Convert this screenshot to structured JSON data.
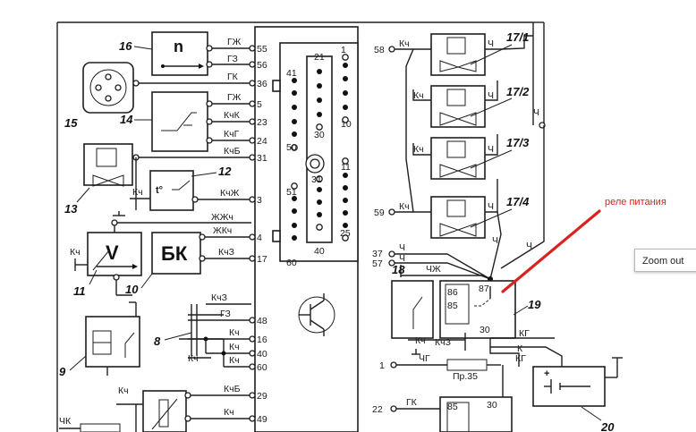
{
  "annotation": {
    "text": "реле питания",
    "color": "#d8231f"
  },
  "zoom_button": {
    "label": "Zoom out"
  },
  "components": {
    "c16": {
      "id": "16",
      "symbol": "n"
    },
    "c15": {
      "id": "15"
    },
    "c14": {
      "id": "14"
    },
    "c13": {
      "id": "13"
    },
    "c12": {
      "id": "12",
      "symbol": "t°"
    },
    "c11": {
      "id": "11",
      "symbol": "V"
    },
    "c10": {
      "id": "10",
      "symbol": "БК"
    },
    "c9": {
      "id": "9"
    },
    "c8": {
      "id": "8"
    },
    "c17_1": {
      "id": "17/1"
    },
    "c17_2": {
      "id": "17/2"
    },
    "c17_3": {
      "id": "17/3"
    },
    "c17_4": {
      "id": "17/4"
    },
    "c18": {
      "id": "18"
    },
    "c19": {
      "id": "19"
    },
    "c20": {
      "id": "20"
    }
  },
  "left_pins": [
    {
      "wire": "ГЖ",
      "pin": "55"
    },
    {
      "wire": "ГЗ",
      "pin": "56"
    },
    {
      "wire": "ГК",
      "pin": "36"
    },
    {
      "wire": "ГЖ",
      "pin": "5"
    },
    {
      "wire": "КчК",
      "pin": "23"
    },
    {
      "wire": "КчГ",
      "pin": "24"
    },
    {
      "wire": "КчБ",
      "pin": "31"
    },
    {
      "wire": "КчЖ",
      "pin": "3"
    },
    {
      "wire": "ЖЖч",
      "pin": "4"
    },
    {
      "wire": "КчЗ",
      "pin": "17"
    },
    {
      "wire": "ГЗ",
      "pin": "48"
    },
    {
      "wire": "Кч",
      "pin": "16"
    },
    {
      "wire": "Кч",
      "pin": "40"
    },
    {
      "wire": "Кч",
      "pin": "60"
    },
    {
      "wire": "КчБ",
      "pin": "29"
    },
    {
      "wire": "Кч",
      "pin": "49"
    }
  ],
  "misc_labels": {
    "kch12": "Кч",
    "zhkch_b": "ЖКч",
    "kch11": "Кч",
    "kchz8": "КчЗ",
    "kch8": "Кч",
    "kch_bot": "Кч",
    "chk": "ЧК"
  },
  "connector": {
    "n1": "1",
    "n10": "10",
    "n11": "11",
    "n21": "21",
    "n25": "25",
    "n30": "30",
    "n31": "31",
    "n40": "40",
    "n41": "41",
    "n50": "50",
    "n51": "51",
    "n60": "60"
  },
  "right_pins": {
    "p58": "58",
    "p59": "59",
    "p37": "37",
    "p57": "57",
    "p1": "1",
    "p22": "22",
    "kch58": "Кч",
    "kch59": "Кч",
    "kch_mid1": "Кч",
    "kch_mid2": "Кч",
    "ch1": "Ч",
    "ch2": "Ч",
    "ch3": "Ч",
    "ch4": "Ч",
    "ch_side": "Ч",
    "ch37": "Ч",
    "ch57": "Ч",
    "ch_k": "Ч",
    "ch_bot": "Ч",
    "chzh": "ЧЖ",
    "kch18": "Кч",
    "kchz19": "КчЗ",
    "kg": "КГ",
    "k": "К",
    "kg2": "КГ",
    "chg": "ЧГ",
    "fuse": "Пр.35",
    "gk22": "ГК"
  },
  "relay": {
    "t86": "86",
    "t87": "87",
    "t85": "85",
    "t30": "30",
    "t85b": "85",
    "t30b": "30"
  }
}
